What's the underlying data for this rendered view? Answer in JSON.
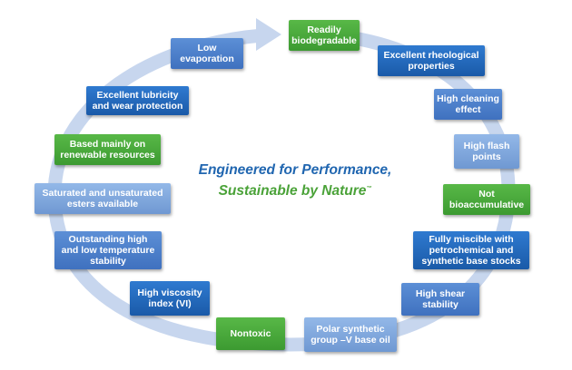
{
  "center": {
    "line1": "Engineered for Performance,",
    "line2": "Sustainable by Nature",
    "mark": "™"
  },
  "colors": {
    "ring": "#c7d6ee",
    "arrow": "#c7d6ee",
    "dark_blue": "#1f63b4",
    "medium_blue": "#4a7cc6",
    "light_blue": "#7fa5dc",
    "green": "#47a83a",
    "headline_blue": "#2066b0",
    "headline_green": "#4aa238"
  },
  "properties": [
    {
      "label": "Readily\nbiodegradable",
      "style": "green"
    },
    {
      "label": "Excellent rheological\nproperties",
      "style": "dark"
    },
    {
      "label": "High cleaning\neffect",
      "style": "mid"
    },
    {
      "label": "High flash\npoints",
      "style": "light"
    },
    {
      "label": "Not\nbioaccumulative",
      "style": "green"
    },
    {
      "label": "Fully miscible with\npetrochemical and\nsynthetic base stocks",
      "style": "dark"
    },
    {
      "label": "High shear\nstability",
      "style": "mid"
    },
    {
      "label": "Polar synthetic\ngroup –V base oil",
      "style": "light"
    },
    {
      "label": "Nontoxic",
      "style": "green"
    },
    {
      "label": "High viscosity\nindex (VI)",
      "style": "dark"
    },
    {
      "label": "Outstanding high\nand low temperature\nstability",
      "style": "mid"
    },
    {
      "label": "Saturated and unsaturated\nesters available",
      "style": "light"
    },
    {
      "label": "Based mainly on\nrenewable resources",
      "style": "green"
    },
    {
      "label": "Excellent lubricity\nand wear protection",
      "style": "dark"
    },
    {
      "label": "Low\nevaporation",
      "style": "mid"
    }
  ]
}
